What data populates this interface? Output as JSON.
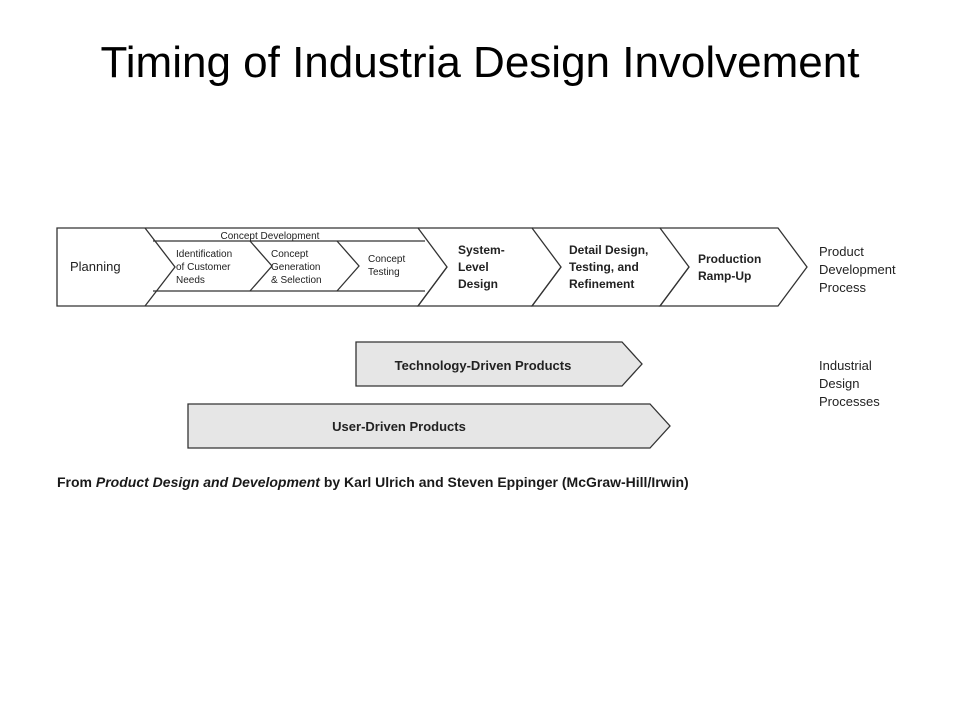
{
  "title": "Timing of Industria Design Involvement",
  "diagram": {
    "product_process": {
      "planning": "Planning",
      "concept_development": "Concept Development",
      "identification": [
        "Identification",
        "of Customer",
        "Needs"
      ],
      "generation": [
        "Concept",
        "Generation",
        "& Selection"
      ],
      "testing": [
        "Concept",
        "Testing"
      ],
      "system_level": [
        "System-",
        "Level",
        "Design"
      ],
      "detail_design": [
        "Detail Design,",
        "Testing, and",
        "Refinement"
      ],
      "production": [
        "Production",
        "Ramp-Up"
      ],
      "side_label": [
        "Product",
        "Development",
        "Process"
      ]
    },
    "industrial_design": {
      "technology_driven": "Technology-Driven Products",
      "user_driven": "User-Driven Products",
      "side_label": [
        "Industrial",
        "Design",
        "Processes"
      ]
    }
  },
  "caption": {
    "prefix": "From ",
    "book": "Product Design and Development",
    "suffix": " by Karl Ulrich and Steven Eppinger (McGraw-Hill/Irwin)"
  },
  "colors": {
    "stroke": "#333333",
    "shaded_fill": "#e6e6e6"
  }
}
